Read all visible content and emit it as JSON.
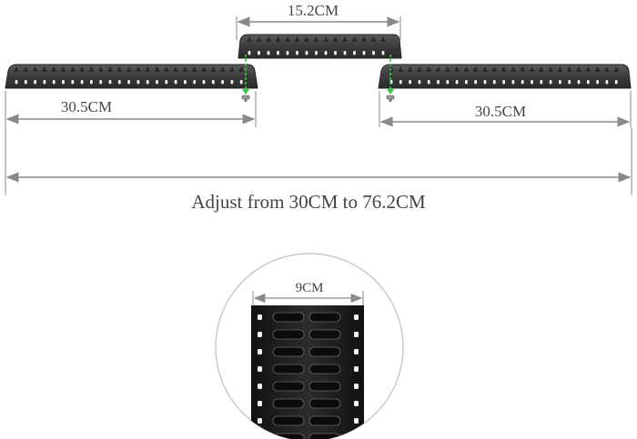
{
  "dimensions": {
    "middle_length": "15.2CM",
    "left_length": "30.5CM",
    "right_length": "30.5CM",
    "total_range": "Adjust from 30CM to 76.2CM",
    "detail_width": "9CM"
  },
  "colors": {
    "rail": "#3e3e3e",
    "rail_dark": "#1f1f1f",
    "hole": "#f4f4f4",
    "dimension_line": "#8a8a8a",
    "screw_marker": "#2ecc40",
    "text": "#444444",
    "detail_circle": "#bfbfbf"
  },
  "icons": {
    "connector": "screw-icon",
    "dimension_ends": "arrowhead-icon"
  }
}
